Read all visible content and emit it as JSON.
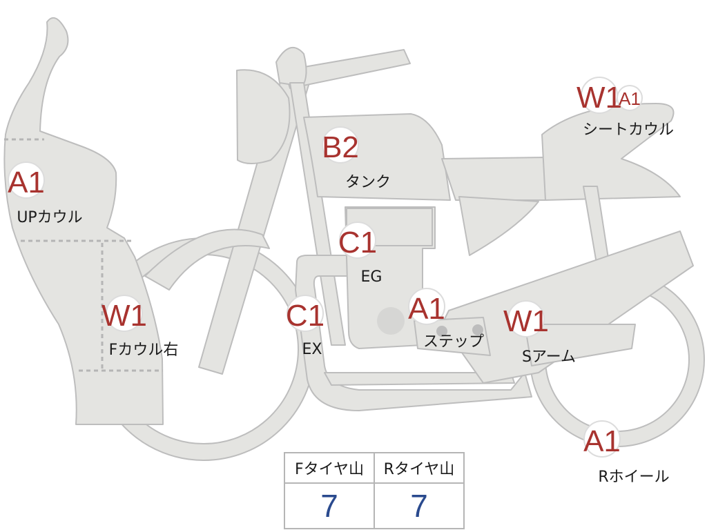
{
  "parts": [
    {
      "id": "up-cowl",
      "grade": "A1",
      "label": "UPカウル"
    },
    {
      "id": "f-cowl-right",
      "grade": "W1",
      "label": "Fカウル右"
    },
    {
      "id": "tank",
      "grade": "B2",
      "label": "タンク"
    },
    {
      "id": "engine",
      "grade": "C1",
      "label": "EG"
    },
    {
      "id": "exhaust",
      "grade": "C1",
      "label": "EX"
    },
    {
      "id": "step",
      "grade": "A1",
      "label": "ステップ"
    },
    {
      "id": "swing-arm",
      "grade": "W1",
      "label": "Sアーム"
    },
    {
      "id": "seat-cowl",
      "grade": "W1",
      "grade2": "A1",
      "label": "シートカウル"
    },
    {
      "id": "rear-wheel",
      "grade": "A1",
      "label": "Rホイール"
    }
  ],
  "tires": {
    "front": {
      "label": "Fタイヤ山",
      "value": "7"
    },
    "rear": {
      "label": "Rタイヤ山",
      "value": "7"
    }
  },
  "colors": {
    "part_fill": "#e4e4e1",
    "outline": "#bdbdbd",
    "grade_text": "#a8332f",
    "tire_value": "#2a4a8e"
  }
}
